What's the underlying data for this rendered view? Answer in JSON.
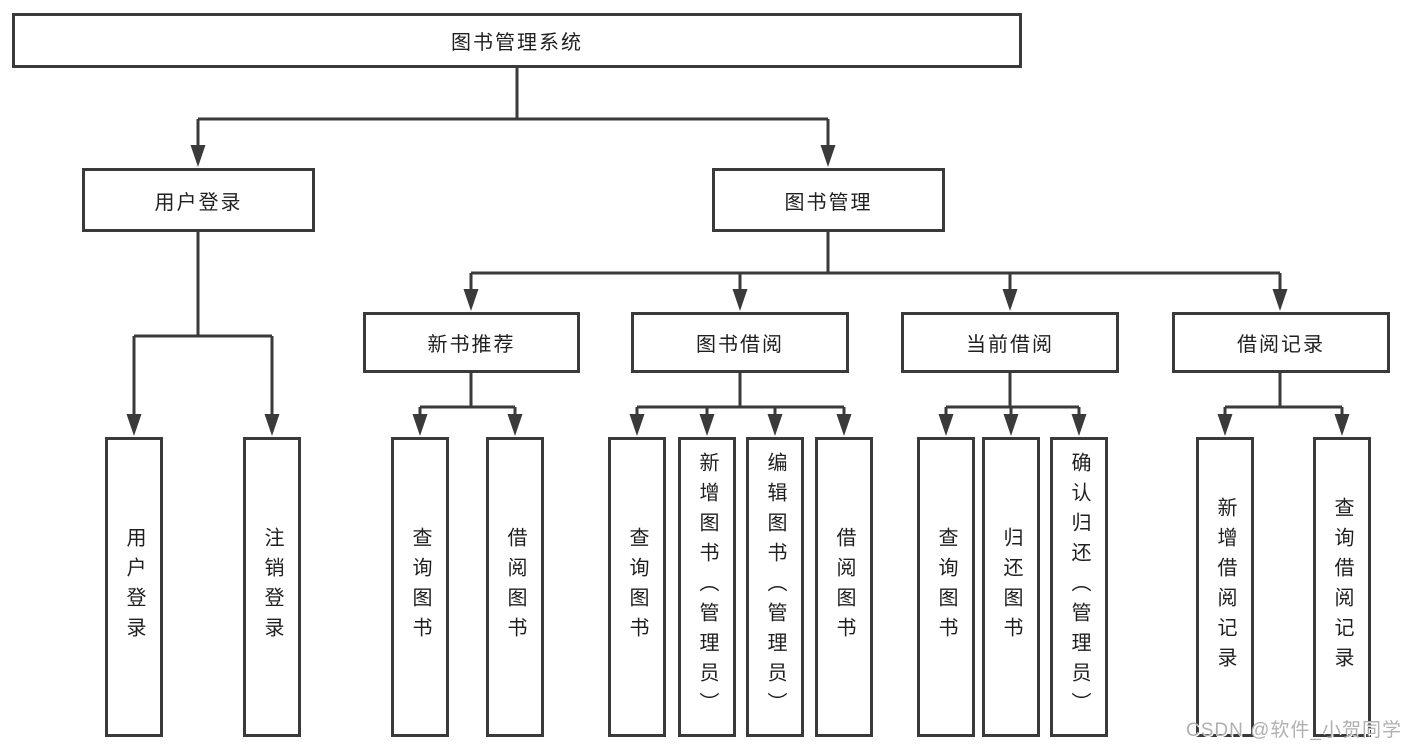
{
  "tree": {
    "root": {
      "label": "图书管理系统"
    },
    "login": {
      "label": "用户登录",
      "children": [
        {
          "label": "用户登录"
        },
        {
          "label": "注销登录"
        }
      ]
    },
    "management": {
      "label": "图书管理",
      "groups": [
        {
          "label": "新书推荐",
          "children": [
            {
              "label": "查询图书"
            },
            {
              "label": "借阅图书"
            }
          ]
        },
        {
          "label": "图书借阅",
          "children": [
            {
              "label": "查询图书"
            },
            {
              "label": "新增图书（管理员）"
            },
            {
              "label": "编辑图书（管理员）"
            },
            {
              "label": "借阅图书"
            }
          ]
        },
        {
          "label": "当前借阅",
          "children": [
            {
              "label": "查询图书"
            },
            {
              "label": "归还图书"
            },
            {
              "label": "确认归还（管理员）"
            }
          ]
        },
        {
          "label": "借阅记录",
          "children": [
            {
              "label": "新增借阅记录"
            },
            {
              "label": "查询借阅记录"
            }
          ]
        }
      ]
    }
  },
  "watermark": {
    "text": "CSDN @软件_小贺同学"
  },
  "colors": {
    "line": "#3a3a3a",
    "box_border": "#3a3a3a",
    "box_background": "#ffffff",
    "text": "#1f1f1f",
    "watermark": "#b0b0b0"
  }
}
